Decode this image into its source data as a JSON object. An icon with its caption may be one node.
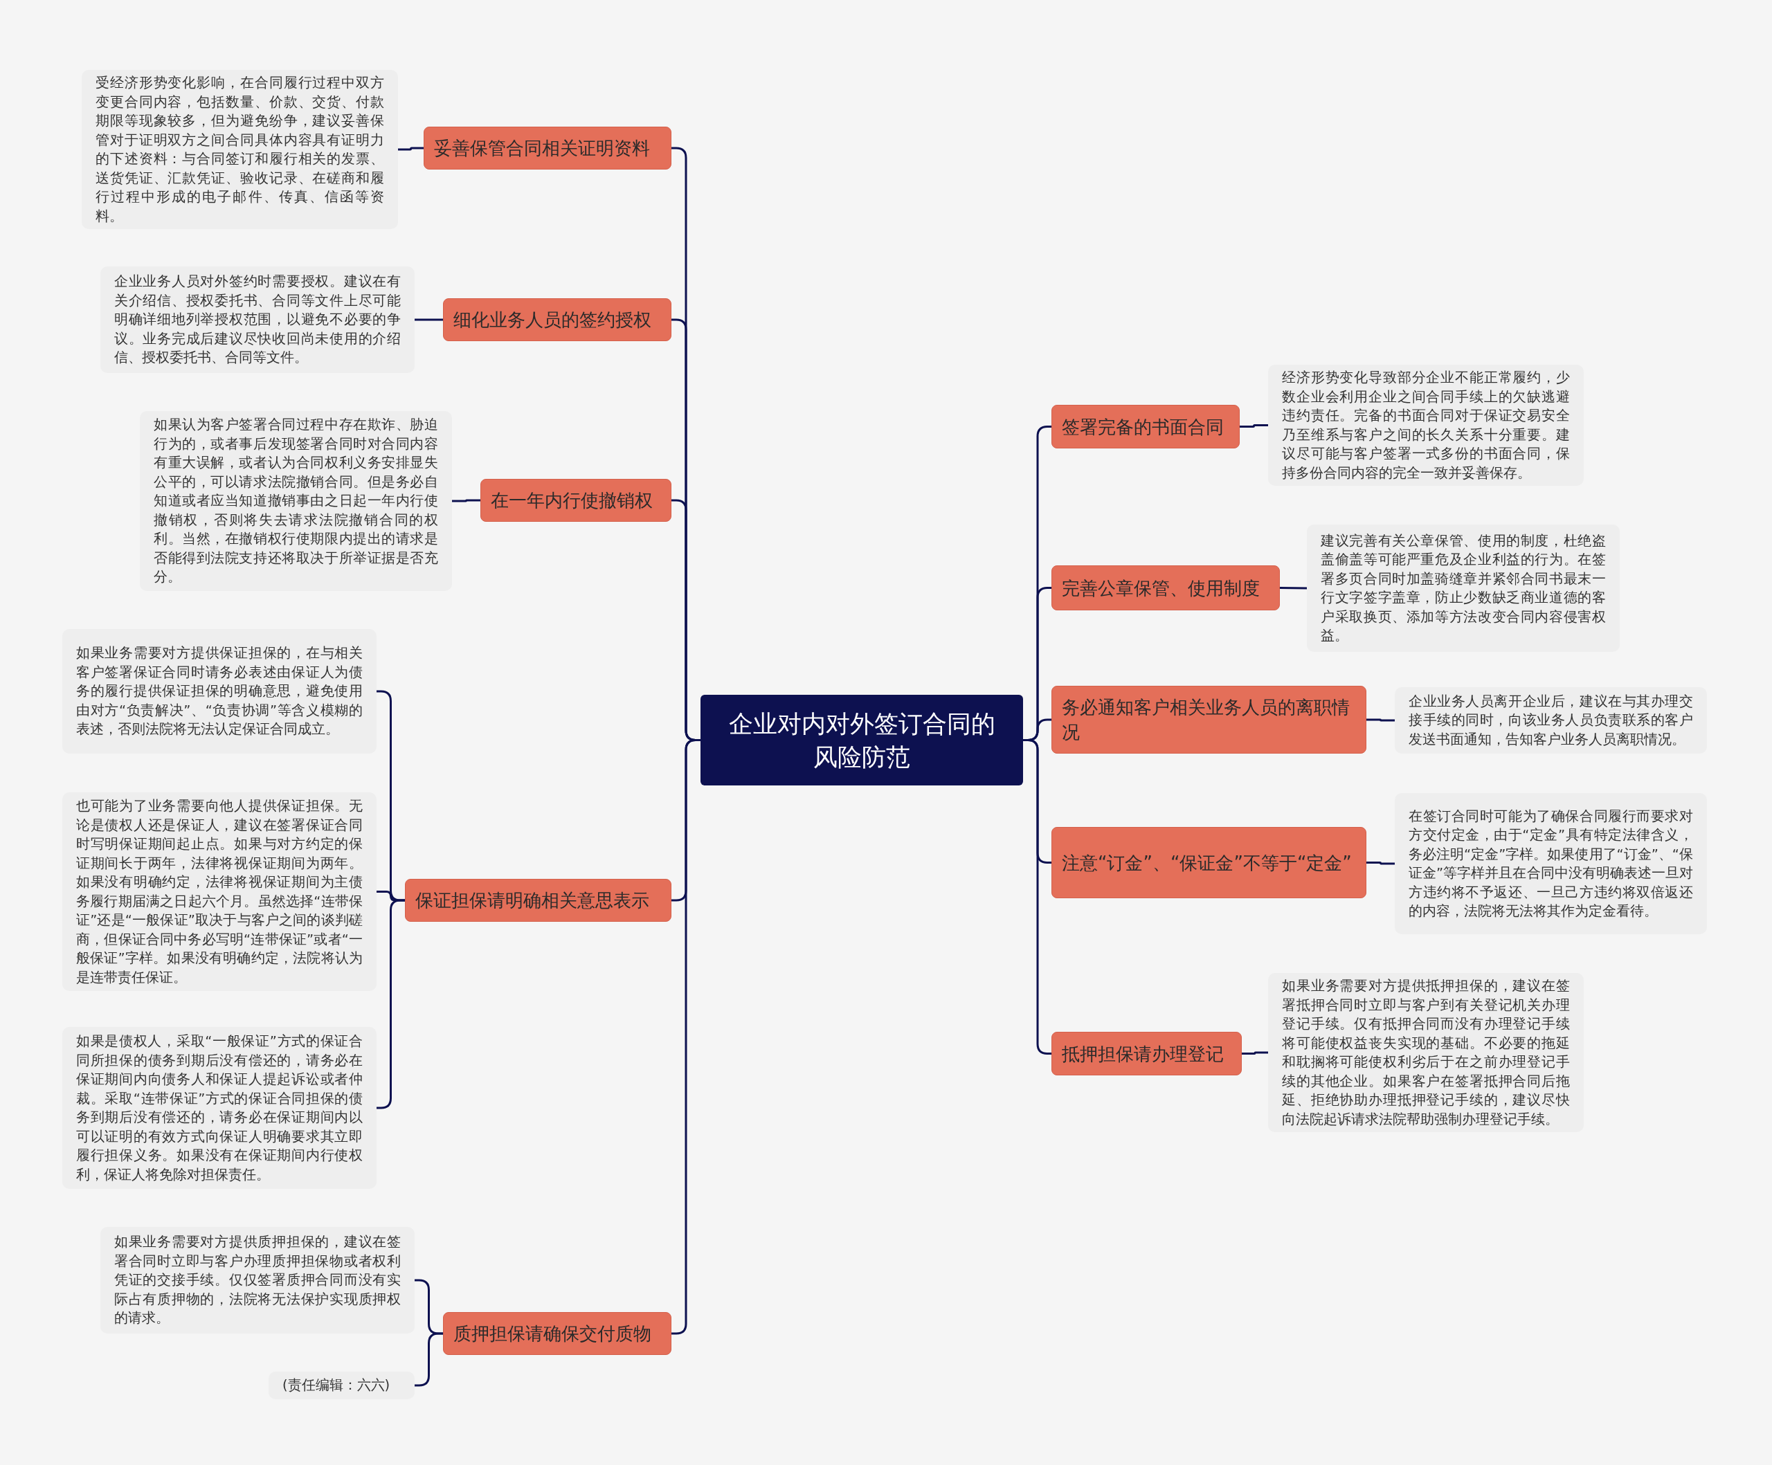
{
  "diagram": {
    "nodes": [
      {
        "text": [
          "企业对内对外签订合同的风险防范"
        ]
      },
      {
        "text": [
          "妥善保管合同相关证明资料"
        ]
      },
      {
        "text": [
          "受经济形势变化影响，在合同履行过程中双方变更合同内容，包括数量、价款、交货、付款期限等现象较多，但为避免纷争，建议妥善保管对于证明双方之间合同具体内容具有证明力的下述资料：与合同签订和履行相关的发票、送货凭证、汇款凭证、验收记录、在磋商和履行过程中形成的电子邮件、传真、信函等资料。"
        ]
      },
      {
        "text": [
          "细化业务人员的签约授权"
        ]
      },
      {
        "text": [
          "企业业务人员对外签约时需要授权。建议在有关介绍信、授权委托书、合同等文件上尽可能明确详细地列举授权范围，以避免不必要的争议。业务完成后建议尽快收回尚未使用的介绍信、授权委托书、合同等文件。"
        ]
      },
      {
        "text": [
          "在一年内行使撤销权"
        ]
      },
      {
        "text": [
          "如果认为客户签署合同过程中存在欺诈、胁迫行为的，或者事后发现签署合同时对合同内容有重大误解，或者认为合同权利义务安排显失公平的，可以请求法院撤销合同。但是务必自知道或者应当知道撤销事由之日起一年内行使撤销权，否则将失去请求法院撤销合同的权利。当然，在撤销权行使期限内提出的请求是否能得到法院支持还将取决于所举证据是否充分。"
        ]
      },
      {
        "text": [
          "保证担保请明确相关意思表示"
        ]
      },
      {
        "text": [
          "如果业务需要对方提供保证担保的，在与相关客户签署保证合同时请务必表述由保证人为债务的履行提供保证担保的明确意思，避免使用由对方“负责解决”、“负责协调”等含义模糊的表述，否则法院将无法认定保证合同成立。"
        ]
      },
      {
        "text": [
          "也可能为了业务需要向他人提供保证担保。无论是债权人还是保证人，建议在签署保证合同时写明保证期间起止点。如果与对方约定的保证期间长于两年，法律将视保证期间为两年。如果没有明确约定，法律将视保证期间为主债务履行期届满之日起六个月。虽然选择“连带保证”还是“一般保证”取决于与客户之间的谈判磋商，但保证合同中务必写明“连带保证”或者“一般保证”字样。如果没有明确约定，法院将认为是连带责任保证。"
        ]
      },
      {
        "text": [
          "如果是债权人，采取“一般保证”方式的保证合同所担保的债务到期后没有偿还的，请务必在保证期间内向债务人和保证人提起诉讼或者仲裁。采取“连带保证”方式的保证合同担保的债务到期后没有偿还的，请务必在保证期间内以可以证明的有效方式向保证人明确要求其立即履行担保义务。如果没有在保证期间内行使权利，保证人将免除对担保责任。"
        ]
      },
      {
        "text": [
          "质押担保请确保交付质物"
        ]
      },
      {
        "text": [
          "如果业务需要对方提供质押担保的，建议在签署合同时立即与客户办理质押担保物或者权利凭证的交接手续。仅仅签署质押合同而没有实际占有质押物的，法院将无法保护实现质押权的请求。"
        ]
      },
      {
        "text": [
          "(责任编辑：六六)"
        ]
      },
      {
        "text": [
          "签署完备的书面合同"
        ]
      },
      {
        "text": [
          "经济形势变化导致部分企业不能正常履约，少数企业会利用企业之间合同手续上的欠缺逃避违约责任。完备的书面合同对于保证交易安全乃至维系与客户之间的长久关系十分重要。建议尽可能与客户签署一式多份的书面合同，保持多份合同内容的完全一致并妥善保存。"
        ]
      },
      {
        "text": [
          "完善公章保管、使用制度"
        ]
      },
      {
        "text": [
          "建议完善有关公章保管、使用的制度，杜绝盗盖偷盖等可能严重危及企业利益的行为。在签署多页合同时加盖骑缝章并紧邻合同书最末一行文字签字盖章，防止少数缺乏商业道德的客户采取换页、添加等方法改变合同内容侵害权益。"
        ]
      },
      {
        "text": [
          "务必通知客户相关业务人员的离职情况"
        ]
      },
      {
        "text": [
          "企业业务人员离开企业后，建议在与其办理交接手续的同时，向该业务人员负责联系的客户发送书面通知，告知客户业务人员离职情况。"
        ]
      },
      {
        "text": [
          "注意“订金”、“保证金”不等于“定金”"
        ]
      },
      {
        "text": [
          "在签订合同时可能为了确保合同履行而要求对方交付定金，由于“定金”具有特定法律含义，务必注明“定金”字样。如果使用了“订金”、“保证金”等字样并且在合同中没有明确表述一旦对方违约将不予返还、一旦己方违约将双倍返还的内容，法院将无法将其作为定金看待。"
        ]
      },
      {
        "text": [
          "抵押担保请办理登记"
        ]
      },
      {
        "text": [
          "如果业务需要对方提供抵押担保的，建议在签署抵押合同时立即与客户到有关登记机关办理登记手续。仅有抵押合同而没有办理登记手续将可能使权益丧失实现的基础。不必要的拖延和耽搁将可能使权利劣后于在之前办理登记手续的其他企业。如果客户在签署抵押合同后拖延、拒绝协助办理抵押登记手续的，建议尽快向法院起诉请求法院帮助强制办理登记手续。"
        ]
      }
    ],
    "edges": [
      {
        "from": 0,
        "to": 1,
        "arrow": "none"
      },
      {
        "from": 1,
        "to": 2,
        "arrow": "none"
      },
      {
        "from": 0,
        "to": 3,
        "arrow": "none"
      },
      {
        "from": 3,
        "to": 4,
        "arrow": "none"
      },
      {
        "from": 0,
        "to": 5,
        "arrow": "none"
      },
      {
        "from": 5,
        "to": 6,
        "arrow": "none"
      },
      {
        "from": 0,
        "to": 7,
        "arrow": "none"
      },
      {
        "from": 7,
        "to": 8,
        "arrow": "none"
      },
      {
        "from": 7,
        "to": 9,
        "arrow": "none"
      },
      {
        "from": 7,
        "to": 10,
        "arrow": "none"
      },
      {
        "from": 0,
        "to": 11,
        "arrow": "none"
      },
      {
        "from": 11,
        "to": 12,
        "arrow": "none"
      },
      {
        "from": 11,
        "to": 13,
        "arrow": "none"
      },
      {
        "from": 0,
        "to": 14,
        "arrow": "none"
      },
      {
        "from": 14,
        "to": 15,
        "arrow": "none"
      },
      {
        "from": 0,
        "to": 16,
        "arrow": "none"
      },
      {
        "from": 16,
        "to": 17,
        "arrow": "none"
      },
      {
        "from": 0,
        "to": 18,
        "arrow": "none"
      },
      {
        "from": 18,
        "to": 19,
        "arrow": "none"
      },
      {
        "from": 0,
        "to": 20,
        "arrow": "none"
      },
      {
        "from": 20,
        "to": 21,
        "arrow": "none"
      },
      {
        "from": 0,
        "to": 22,
        "arrow": "none"
      },
      {
        "from": 22,
        "to": 23,
        "arrow": "none"
      }
    ]
  }
}
